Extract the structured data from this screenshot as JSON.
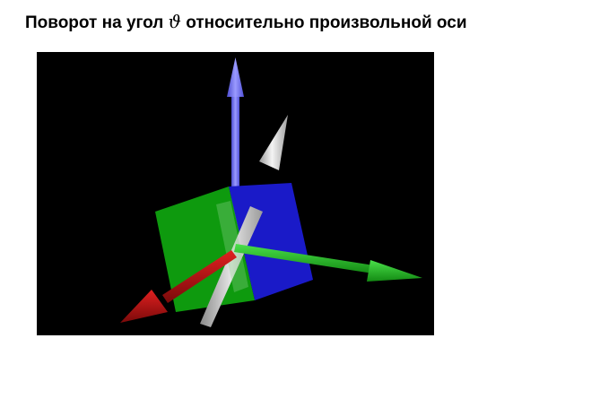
{
  "title": {
    "before": "Поворот на угол ",
    "symbol": "ϑ",
    "after": " относительно произвольной оси"
  },
  "scene": {
    "background": "#000000",
    "colors": {
      "z_axis": "#6a6af0",
      "x_axis": "#22b422",
      "y_axis": "#c01818",
      "rotation_axis": "#c8c8c8",
      "cube_face_front": "#0e9a0e",
      "cube_face_side": "#1a1ac8"
    }
  }
}
